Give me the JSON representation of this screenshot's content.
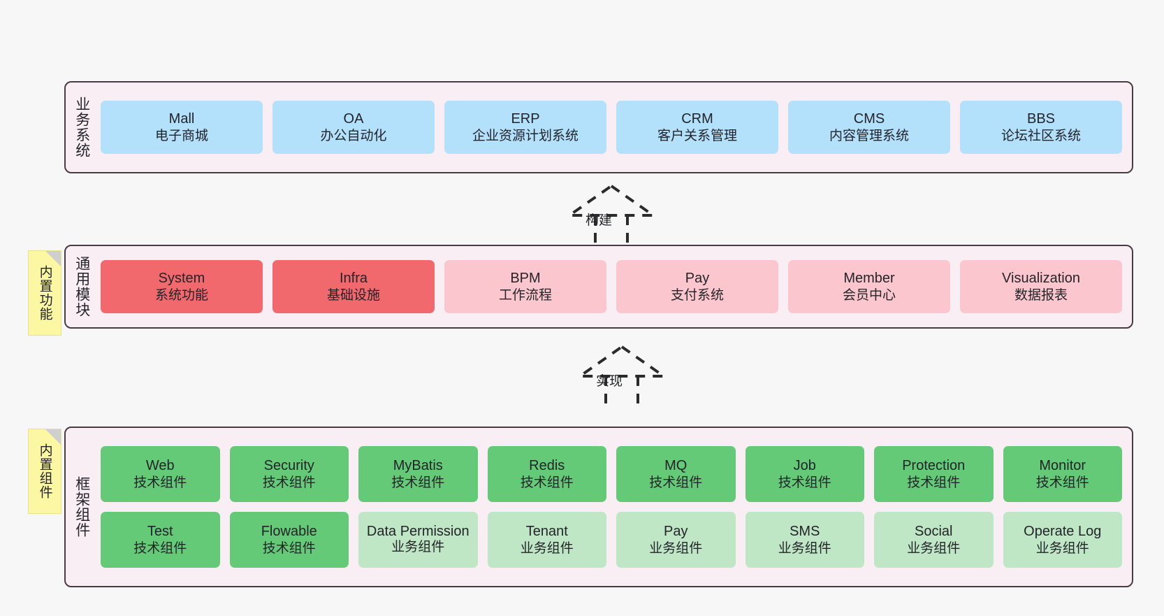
{
  "layers": [
    {
      "title": "业务系统",
      "rows": [
        [
          {
            "name": "Mall",
            "sub": "电子商城",
            "style": "blue"
          },
          {
            "name": "OA",
            "sub": "办公自动化",
            "style": "blue"
          },
          {
            "name": "ERP",
            "sub": "企业资源计划系统",
            "style": "blue"
          },
          {
            "name": "CRM",
            "sub": "客户关系管理",
            "style": "blue"
          },
          {
            "name": "CMS",
            "sub": "内容管理系统",
            "style": "blue"
          },
          {
            "name": "BBS",
            "sub": "论坛社区系统",
            "style": "blue"
          }
        ]
      ]
    },
    {
      "title": "通用模块",
      "note": "内置功能",
      "rows": [
        [
          {
            "name": "System",
            "sub": "系统功能",
            "style": "red"
          },
          {
            "name": "Infra",
            "sub": "基础设施",
            "style": "red"
          },
          {
            "name": "BPM",
            "sub": "工作流程",
            "style": "pink"
          },
          {
            "name": "Pay",
            "sub": "支付系统",
            "style": "pink"
          },
          {
            "name": "Member",
            "sub": "会员中心",
            "style": "pink"
          },
          {
            "name": "Visualization",
            "sub": "数据报表",
            "style": "pink"
          }
        ]
      ]
    },
    {
      "title": "框架组件",
      "note": "内置组件",
      "rows": [
        [
          {
            "name": "Web",
            "sub": "技术组件",
            "style": "green"
          },
          {
            "name": "Security",
            "sub": "技术组件",
            "style": "green"
          },
          {
            "name": "MyBatis",
            "sub": "技术组件",
            "style": "green"
          },
          {
            "name": "Redis",
            "sub": "技术组件",
            "style": "green"
          },
          {
            "name": "MQ",
            "sub": "技术组件",
            "style": "green"
          },
          {
            "name": "Job",
            "sub": "技术组件",
            "style": "green"
          },
          {
            "name": "Protection",
            "sub": "技术组件",
            "style": "green"
          },
          {
            "name": "Monitor",
            "sub": "技术组件",
            "style": "green"
          }
        ],
        [
          {
            "name": "Test",
            "sub": "技术组件",
            "style": "green"
          },
          {
            "name": "Flowable",
            "sub": "技术组件",
            "style": "green"
          },
          {
            "name": "Data Permission",
            "sub": "业务组件",
            "style": "lgreen"
          },
          {
            "name": "Tenant",
            "sub": "业务组件",
            "style": "lgreen"
          },
          {
            "name": "Pay",
            "sub": "业务组件",
            "style": "lgreen"
          },
          {
            "name": "SMS",
            "sub": "业务组件",
            "style": "lgreen"
          },
          {
            "name": "Social",
            "sub": "业务组件",
            "style": "lgreen"
          },
          {
            "name": "Operate Log",
            "sub": "业务组件",
            "style": "lgreen"
          }
        ]
      ]
    }
  ],
  "connectors": [
    {
      "label": "构建"
    },
    {
      "label": "实现"
    }
  ],
  "colors": {
    "canvas_background": "#f7f7f7",
    "layer_background": "#faeef5",
    "layer_border": "#4a3a46",
    "business_card": "#b3e0fa",
    "module_primary": "#f1686d",
    "module_secondary": "#fbc6cd",
    "tech_component": "#64ca78",
    "biz_component": "#bfe7c5",
    "sticky_note": "#fbf7a3",
    "text": "#23242a"
  }
}
